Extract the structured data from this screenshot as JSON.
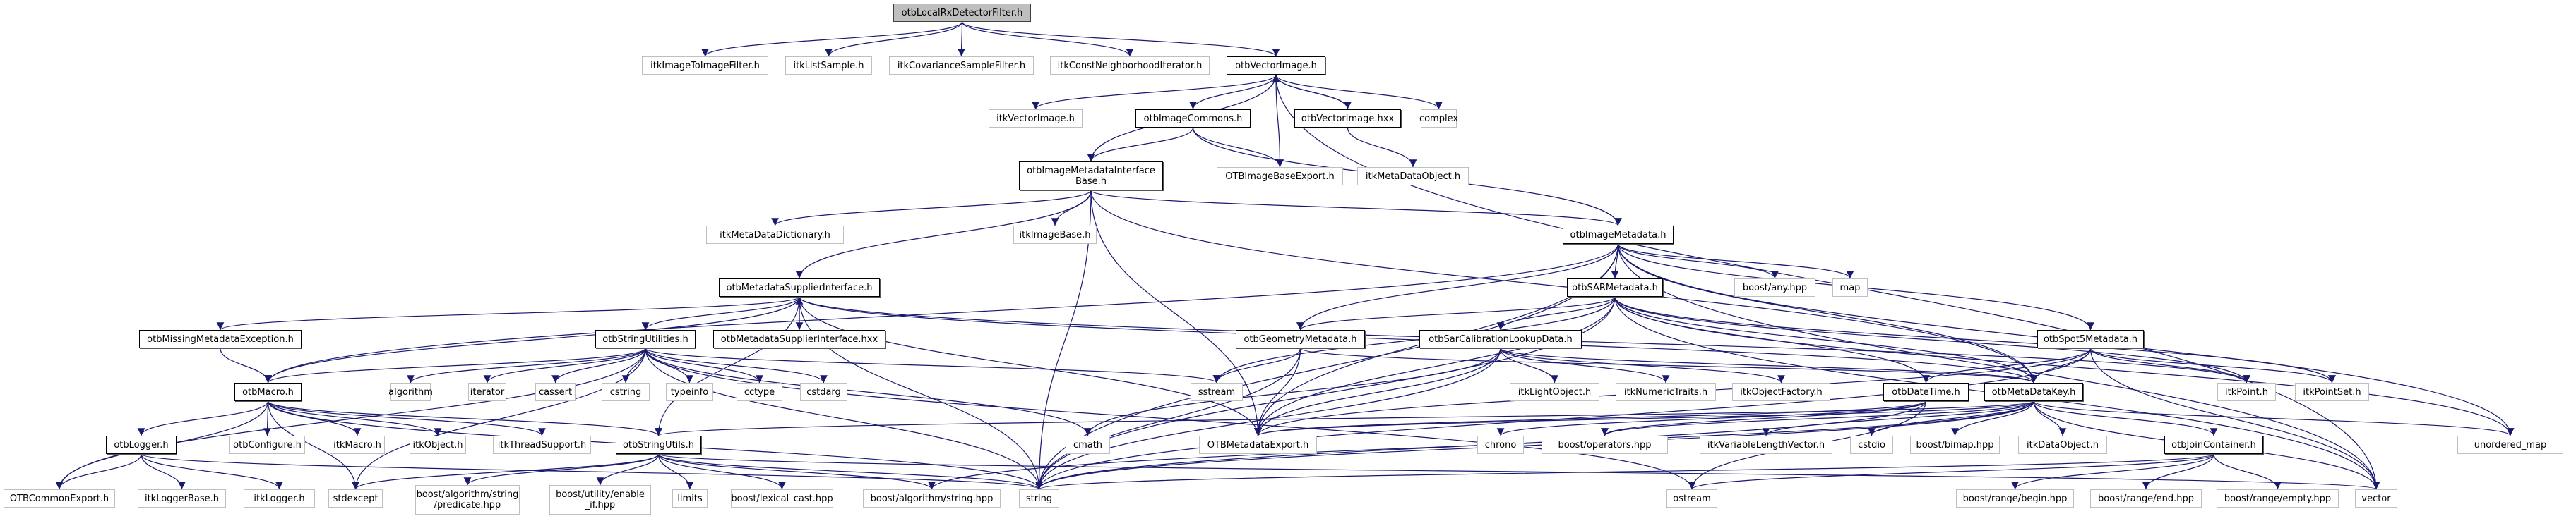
{
  "title": "Include dependency graph for otbLocalRxDetectorFilter.h",
  "colors": {
    "edge": "#191970",
    "root_fill": "#bfbfbf",
    "doc_border": "#000000",
    "ext_border": "#bfbfbf"
  },
  "nodes": [
    {
      "id": "root",
      "label": "otbLocalRxDetectorFilter.h",
      "kind": "root"
    },
    {
      "id": "itkImageToImageFilter",
      "label": "itkImageToImageFilter.h",
      "kind": "ext"
    },
    {
      "id": "itkListSample",
      "label": "itkListSample.h",
      "kind": "ext"
    },
    {
      "id": "itkCovarianceSampleFilter",
      "label": "itkCovarianceSampleFilter.h",
      "kind": "ext"
    },
    {
      "id": "itkConstNeighborhoodIterator",
      "label": "itkConstNeighborhoodIterator.h",
      "kind": "ext"
    },
    {
      "id": "otbVectorImage",
      "label": "otbVectorImage.h",
      "kind": "doc"
    },
    {
      "id": "itkVectorImage",
      "label": "itkVectorImage.h",
      "kind": "ext"
    },
    {
      "id": "otbImageCommons",
      "label": "otbImageCommons.h",
      "kind": "doc"
    },
    {
      "id": "otbVectorImageHxx",
      "label": "otbVectorImage.hxx",
      "kind": "doc"
    },
    {
      "id": "complex",
      "label": "complex",
      "kind": "ext"
    },
    {
      "id": "otbImageMetadataInterfaceBase",
      "label": "otbImageMetadataInterface\nBase.h",
      "kind": "doc"
    },
    {
      "id": "OTBImageBaseExport",
      "label": "OTBImageBaseExport.h",
      "kind": "ext"
    },
    {
      "id": "itkMetaDataObject",
      "label": "itkMetaDataObject.h",
      "kind": "ext"
    },
    {
      "id": "itkMetaDataDictionary",
      "label": "itkMetaDataDictionary.h",
      "kind": "ext"
    },
    {
      "id": "itkImageBase",
      "label": "itkImageBase.h",
      "kind": "ext"
    },
    {
      "id": "otbImageMetadata",
      "label": "otbImageMetadata.h",
      "kind": "doc"
    },
    {
      "id": "otbMetadataSupplierInterface",
      "label": "otbMetadataSupplierInterface.h",
      "kind": "doc"
    },
    {
      "id": "otbSARMetadata",
      "label": "otbSARMetadata.h",
      "kind": "doc"
    },
    {
      "id": "boostAny",
      "label": "boost/any.hpp",
      "kind": "ext"
    },
    {
      "id": "map",
      "label": "map",
      "kind": "ext"
    },
    {
      "id": "otbMissingMetadataException",
      "label": "otbMissingMetadataException.h",
      "kind": "doc"
    },
    {
      "id": "otbStringUtilities",
      "label": "otbStringUtilities.h",
      "kind": "doc"
    },
    {
      "id": "otbMetadataSupplierInterfaceHxx",
      "label": "otbMetadataSupplierInterface.hxx",
      "kind": "doc"
    },
    {
      "id": "otbGeometryMetadata",
      "label": "otbGeometryMetadata.h",
      "kind": "doc"
    },
    {
      "id": "otbSarCalibrationLookupData",
      "label": "otbSarCalibrationLookupData.h",
      "kind": "doc"
    },
    {
      "id": "otbSpot5Metadata",
      "label": "otbSpot5Metadata.h",
      "kind": "doc"
    },
    {
      "id": "otbMacro",
      "label": "otbMacro.h",
      "kind": "doc"
    },
    {
      "id": "algorithm",
      "label": "algorithm",
      "kind": "ext"
    },
    {
      "id": "iterator",
      "label": "iterator",
      "kind": "ext"
    },
    {
      "id": "cassert",
      "label": "cassert",
      "kind": "ext"
    },
    {
      "id": "cstring",
      "label": "cstring",
      "kind": "ext"
    },
    {
      "id": "typeinfo",
      "label": "typeinfo",
      "kind": "ext"
    },
    {
      "id": "cctype",
      "label": "cctype",
      "kind": "ext"
    },
    {
      "id": "cstdarg",
      "label": "cstdarg",
      "kind": "ext"
    },
    {
      "id": "sstream",
      "label": "sstream",
      "kind": "ext"
    },
    {
      "id": "itkLightObject",
      "label": "itkLightObject.h",
      "kind": "ext"
    },
    {
      "id": "itkNumericTraits",
      "label": "itkNumericTraits.h",
      "kind": "ext"
    },
    {
      "id": "itkObjectFactory",
      "label": "itkObjectFactory.h",
      "kind": "ext"
    },
    {
      "id": "otbDateTime",
      "label": "otbDateTime.h",
      "kind": "doc"
    },
    {
      "id": "otbMetaDataKey",
      "label": "otbMetaDataKey.h",
      "kind": "doc"
    },
    {
      "id": "itkPoint",
      "label": "itkPoint.h",
      "kind": "ext"
    },
    {
      "id": "itkPointSet",
      "label": "itkPointSet.h",
      "kind": "ext"
    },
    {
      "id": "otbLogger",
      "label": "otbLogger.h",
      "kind": "doc"
    },
    {
      "id": "otbConfigure",
      "label": "otbConfigure.h",
      "kind": "ext"
    },
    {
      "id": "itkMacro",
      "label": "itkMacro.h",
      "kind": "ext"
    },
    {
      "id": "itkObject",
      "label": "itkObject.h",
      "kind": "ext"
    },
    {
      "id": "itkThreadSupport",
      "label": "itkThreadSupport.h",
      "kind": "ext"
    },
    {
      "id": "otbStringUtils",
      "label": "otbStringUtils.h",
      "kind": "doc"
    },
    {
      "id": "cmath",
      "label": "cmath",
      "kind": "ext"
    },
    {
      "id": "OTBMetadataExport",
      "label": "OTBMetadataExport.h",
      "kind": "ext"
    },
    {
      "id": "chrono",
      "label": "chrono",
      "kind": "ext"
    },
    {
      "id": "boostOperators",
      "label": "boost/operators.hpp",
      "kind": "ext"
    },
    {
      "id": "itkVariableLengthVector",
      "label": "itkVariableLengthVector.h",
      "kind": "ext"
    },
    {
      "id": "cstdio",
      "label": "cstdio",
      "kind": "ext"
    },
    {
      "id": "boostBimap",
      "label": "boost/bimap.hpp",
      "kind": "ext"
    },
    {
      "id": "itkDataObject",
      "label": "itkDataObject.h",
      "kind": "ext"
    },
    {
      "id": "otbJoinContainer",
      "label": "otbJoinContainer.h",
      "kind": "doc"
    },
    {
      "id": "unorderedMap",
      "label": "unordered_map",
      "kind": "ext"
    },
    {
      "id": "OTBCommonExport",
      "label": "OTBCommonExport.h",
      "kind": "ext"
    },
    {
      "id": "itkLoggerBase",
      "label": "itkLoggerBase.h",
      "kind": "ext"
    },
    {
      "id": "itkLogger",
      "label": "itkLogger.h",
      "kind": "ext"
    },
    {
      "id": "stdexcept",
      "label": "stdexcept",
      "kind": "ext"
    },
    {
      "id": "boostPredicate",
      "label": "boost/algorithm/string\n/predicate.hpp",
      "kind": "ext"
    },
    {
      "id": "boostEnableIf",
      "label": "boost/utility/enable\n_if.hpp",
      "kind": "ext"
    },
    {
      "id": "limits",
      "label": "limits",
      "kind": "ext"
    },
    {
      "id": "boostLexicalCast",
      "label": "boost/lexical_cast.hpp",
      "kind": "ext"
    },
    {
      "id": "boostAlgString",
      "label": "boost/algorithm/string.hpp",
      "kind": "ext"
    },
    {
      "id": "string",
      "label": "string",
      "kind": "ext"
    },
    {
      "id": "ostream",
      "label": "ostream",
      "kind": "ext"
    },
    {
      "id": "boostRangeBegin",
      "label": "boost/range/begin.hpp",
      "kind": "ext"
    },
    {
      "id": "boostRangeEnd",
      "label": "boost/range/end.hpp",
      "kind": "ext"
    },
    {
      "id": "boostRangeEmpty",
      "label": "boost/range/empty.hpp",
      "kind": "ext"
    },
    {
      "id": "vector",
      "label": "vector",
      "kind": "ext"
    }
  ],
  "edges": [
    [
      "root",
      "itkImageToImageFilter"
    ],
    [
      "root",
      "itkListSample"
    ],
    [
      "root",
      "itkCovarianceSampleFilter"
    ],
    [
      "root",
      "itkConstNeighborhoodIterator"
    ],
    [
      "root",
      "otbVectorImage"
    ],
    [
      "otbVectorImage",
      "itkVectorImage"
    ],
    [
      "otbVectorImage",
      "otbImageCommons"
    ],
    [
      "otbVectorImage",
      "otbVectorImageHxx"
    ],
    [
      "otbVectorImage",
      "complex"
    ],
    [
      "otbVectorImage",
      "OTBImageBaseExport"
    ],
    [
      "otbVectorImage",
      "otbImageMetadataInterfaceBase"
    ],
    [
      "otbVectorImage",
      "vector"
    ],
    [
      "otbVectorImageHxx",
      "otbVectorImage"
    ],
    [
      "otbVectorImageHxx",
      "itkMetaDataObject"
    ],
    [
      "otbImageCommons",
      "otbImageMetadataInterfaceBase"
    ],
    [
      "otbImageCommons",
      "OTBImageBaseExport"
    ],
    [
      "otbImageCommons",
      "otbImageMetadata"
    ],
    [
      "otbImageMetadataInterfaceBase",
      "itkMetaDataDictionary"
    ],
    [
      "otbImageMetadataInterfaceBase",
      "itkImageBase"
    ],
    [
      "otbImageMetadataInterfaceBase",
      "otbImageMetadata"
    ],
    [
      "otbImageMetadataInterfaceBase",
      "otbMetadataSupplierInterface"
    ],
    [
      "otbImageMetadataInterfaceBase",
      "OTBMetadataExport"
    ],
    [
      "otbImageMetadataInterfaceBase",
      "string"
    ],
    [
      "otbImageMetadataInterfaceBase",
      "otbMetaDataKey"
    ],
    [
      "otbImageMetadata",
      "otbSARMetadata"
    ],
    [
      "otbImageMetadata",
      "boostAny"
    ],
    [
      "otbImageMetadata",
      "map"
    ],
    [
      "otbImageMetadata",
      "otbGeometryMetadata"
    ],
    [
      "otbImageMetadata",
      "otbSpot5Metadata"
    ],
    [
      "otbImageMetadata",
      "otbMetaDataKey"
    ],
    [
      "otbImageMetadata",
      "OTBMetadataExport"
    ],
    [
      "otbImageMetadata",
      "string"
    ],
    [
      "otbImageMetadata",
      "vector"
    ],
    [
      "otbImageMetadata",
      "unorderedMap"
    ],
    [
      "otbImageMetadata",
      "otbMacro"
    ],
    [
      "otbMetadataSupplierInterface",
      "otbMissingMetadataException"
    ],
    [
      "otbMetadataSupplierInterface",
      "otbStringUtilities"
    ],
    [
      "otbMetadataSupplierInterface",
      "otbMetadataSupplierInterfaceHxx"
    ],
    [
      "otbMetadataSupplierInterface",
      "OTBMetadataExport"
    ],
    [
      "otbMetadataSupplierInterface",
      "string"
    ],
    [
      "otbMetadataSupplierInterface",
      "otbMetaDataKey"
    ],
    [
      "otbMetadataSupplierInterface",
      "itkPoint"
    ],
    [
      "otbMetadataSupplierInterface",
      "otbStringUtils"
    ],
    [
      "otbMetadataSupplierInterface",
      "otbMacro"
    ],
    [
      "otbMetadataSupplierInterfaceHxx",
      "otbMetadataSupplierInterface"
    ],
    [
      "otbMissingMetadataException",
      "otbMacro"
    ],
    [
      "otbStringUtilities",
      "otbMacro"
    ],
    [
      "otbStringUtilities",
      "algorithm"
    ],
    [
      "otbStringUtilities",
      "iterator"
    ],
    [
      "otbStringUtilities",
      "cassert"
    ],
    [
      "otbStringUtilities",
      "cstring"
    ],
    [
      "otbStringUtilities",
      "typeinfo"
    ],
    [
      "otbStringUtilities",
      "cctype"
    ],
    [
      "otbStringUtilities",
      "cstdarg"
    ],
    [
      "otbStringUtilities",
      "sstream"
    ],
    [
      "otbStringUtilities",
      "string"
    ],
    [
      "otbStringUtilities",
      "cmath"
    ],
    [
      "otbStringUtilities",
      "stdexcept"
    ],
    [
      "otbStringUtilities",
      "ostream"
    ],
    [
      "otbStringUtilities",
      "OTBCommonExport"
    ],
    [
      "otbSARMetadata",
      "otbGeometryMetadata"
    ],
    [
      "otbSARMetadata",
      "otbSarCalibrationLookupData"
    ],
    [
      "otbSARMetadata",
      "otbDateTime"
    ],
    [
      "otbSARMetadata",
      "otbMetaDataKey"
    ],
    [
      "otbSARMetadata",
      "sstream"
    ],
    [
      "otbSARMetadata",
      "string"
    ],
    [
      "otbSARMetadata",
      "OTBMetadataExport"
    ],
    [
      "otbSARMetadata",
      "vector"
    ],
    [
      "otbSARMetadata",
      "itkPointSet"
    ],
    [
      "otbSARMetadata",
      "itkPoint"
    ],
    [
      "otbSARMetadata",
      "unorderedMap"
    ],
    [
      "otbGeometryMetadata",
      "sstream"
    ],
    [
      "otbGeometryMetadata",
      "OTBMetadataExport"
    ],
    [
      "otbGeometryMetadata",
      "string"
    ],
    [
      "otbGeometryMetadata",
      "otbMetaDataKey"
    ],
    [
      "otbSarCalibrationLookupData",
      "itkLightObject"
    ],
    [
      "otbSarCalibrationLookupData",
      "itkNumericTraits"
    ],
    [
      "otbSarCalibrationLookupData",
      "itkObjectFactory"
    ],
    [
      "otbSarCalibrationLookupData",
      "OTBMetadataExport"
    ],
    [
      "otbSarCalibrationLookupData",
      "string"
    ],
    [
      "otbSarCalibrationLookupData",
      "otbMetaDataKey"
    ],
    [
      "otbSarCalibrationLookupData",
      "cmath"
    ],
    [
      "otbSpot5Metadata",
      "otbDateTime"
    ],
    [
      "otbSpot5Metadata",
      "otbMetaDataKey"
    ],
    [
      "otbSpot5Metadata",
      "itkPoint"
    ],
    [
      "otbSpot5Metadata",
      "itkPointSet"
    ],
    [
      "otbSpot5Metadata",
      "vector"
    ],
    [
      "otbSpot5Metadata",
      "string"
    ],
    [
      "otbSpot5Metadata",
      "OTBMetadataExport"
    ],
    [
      "otbDateTime",
      "OTBMetadataExport"
    ],
    [
      "otbDateTime",
      "chrono"
    ],
    [
      "otbDateTime",
      "boostOperators"
    ],
    [
      "otbDateTime",
      "string"
    ],
    [
      "otbDateTime",
      "ostream"
    ],
    [
      "otbMetaDataKey",
      "OTBMetadataExport"
    ],
    [
      "otbMetaDataKey",
      "itkVariableLengthVector"
    ],
    [
      "otbMetaDataKey",
      "cstdio"
    ],
    [
      "otbMetaDataKey",
      "boostBimap"
    ],
    [
      "otbMetaDataKey",
      "itkDataObject"
    ],
    [
      "otbMetaDataKey",
      "otbJoinContainer"
    ],
    [
      "otbMetaDataKey",
      "unorderedMap"
    ],
    [
      "otbMetaDataKey",
      "vector"
    ],
    [
      "otbMetaDataKey",
      "string"
    ],
    [
      "otbMetaDataKey",
      "otbStringUtils"
    ],
    [
      "otbMetaDataKey",
      "boostAlgString"
    ],
    [
      "otbMetaDataKey",
      "boostOperators"
    ],
    [
      "otbJoinContainer",
      "boostRangeBegin"
    ],
    [
      "otbJoinContainer",
      "boostRangeEnd"
    ],
    [
      "otbJoinContainer",
      "boostRangeEmpty"
    ],
    [
      "otbJoinContainer",
      "string"
    ],
    [
      "otbJoinContainer",
      "ostream"
    ],
    [
      "otbMacro",
      "otbLogger"
    ],
    [
      "otbMacro",
      "otbConfigure"
    ],
    [
      "otbMacro",
      "itkMacro"
    ],
    [
      "otbMacro",
      "itkObject"
    ],
    [
      "otbMacro",
      "itkThreadSupport"
    ],
    [
      "otbMacro",
      "otbStringUtils"
    ],
    [
      "otbMacro",
      "OTBCommonExport"
    ],
    [
      "otbMacro",
      "stdexcept"
    ],
    [
      "otbMacro",
      "string"
    ],
    [
      "otbLogger",
      "OTBCommonExport"
    ],
    [
      "otbLogger",
      "itkLoggerBase"
    ],
    [
      "otbLogger",
      "itkLogger"
    ],
    [
      "otbLogger",
      "string"
    ],
    [
      "otbStringUtils",
      "stdexcept"
    ],
    [
      "otbStringUtils",
      "boostPredicate"
    ],
    [
      "otbStringUtils",
      "boostEnableIf"
    ],
    [
      "otbStringUtils",
      "limits"
    ],
    [
      "otbStringUtils",
      "boostLexicalCast"
    ],
    [
      "otbStringUtils",
      "boostAlgString"
    ],
    [
      "otbStringUtils",
      "string"
    ],
    [
      "otbStringUtils",
      "vector"
    ]
  ]
}
